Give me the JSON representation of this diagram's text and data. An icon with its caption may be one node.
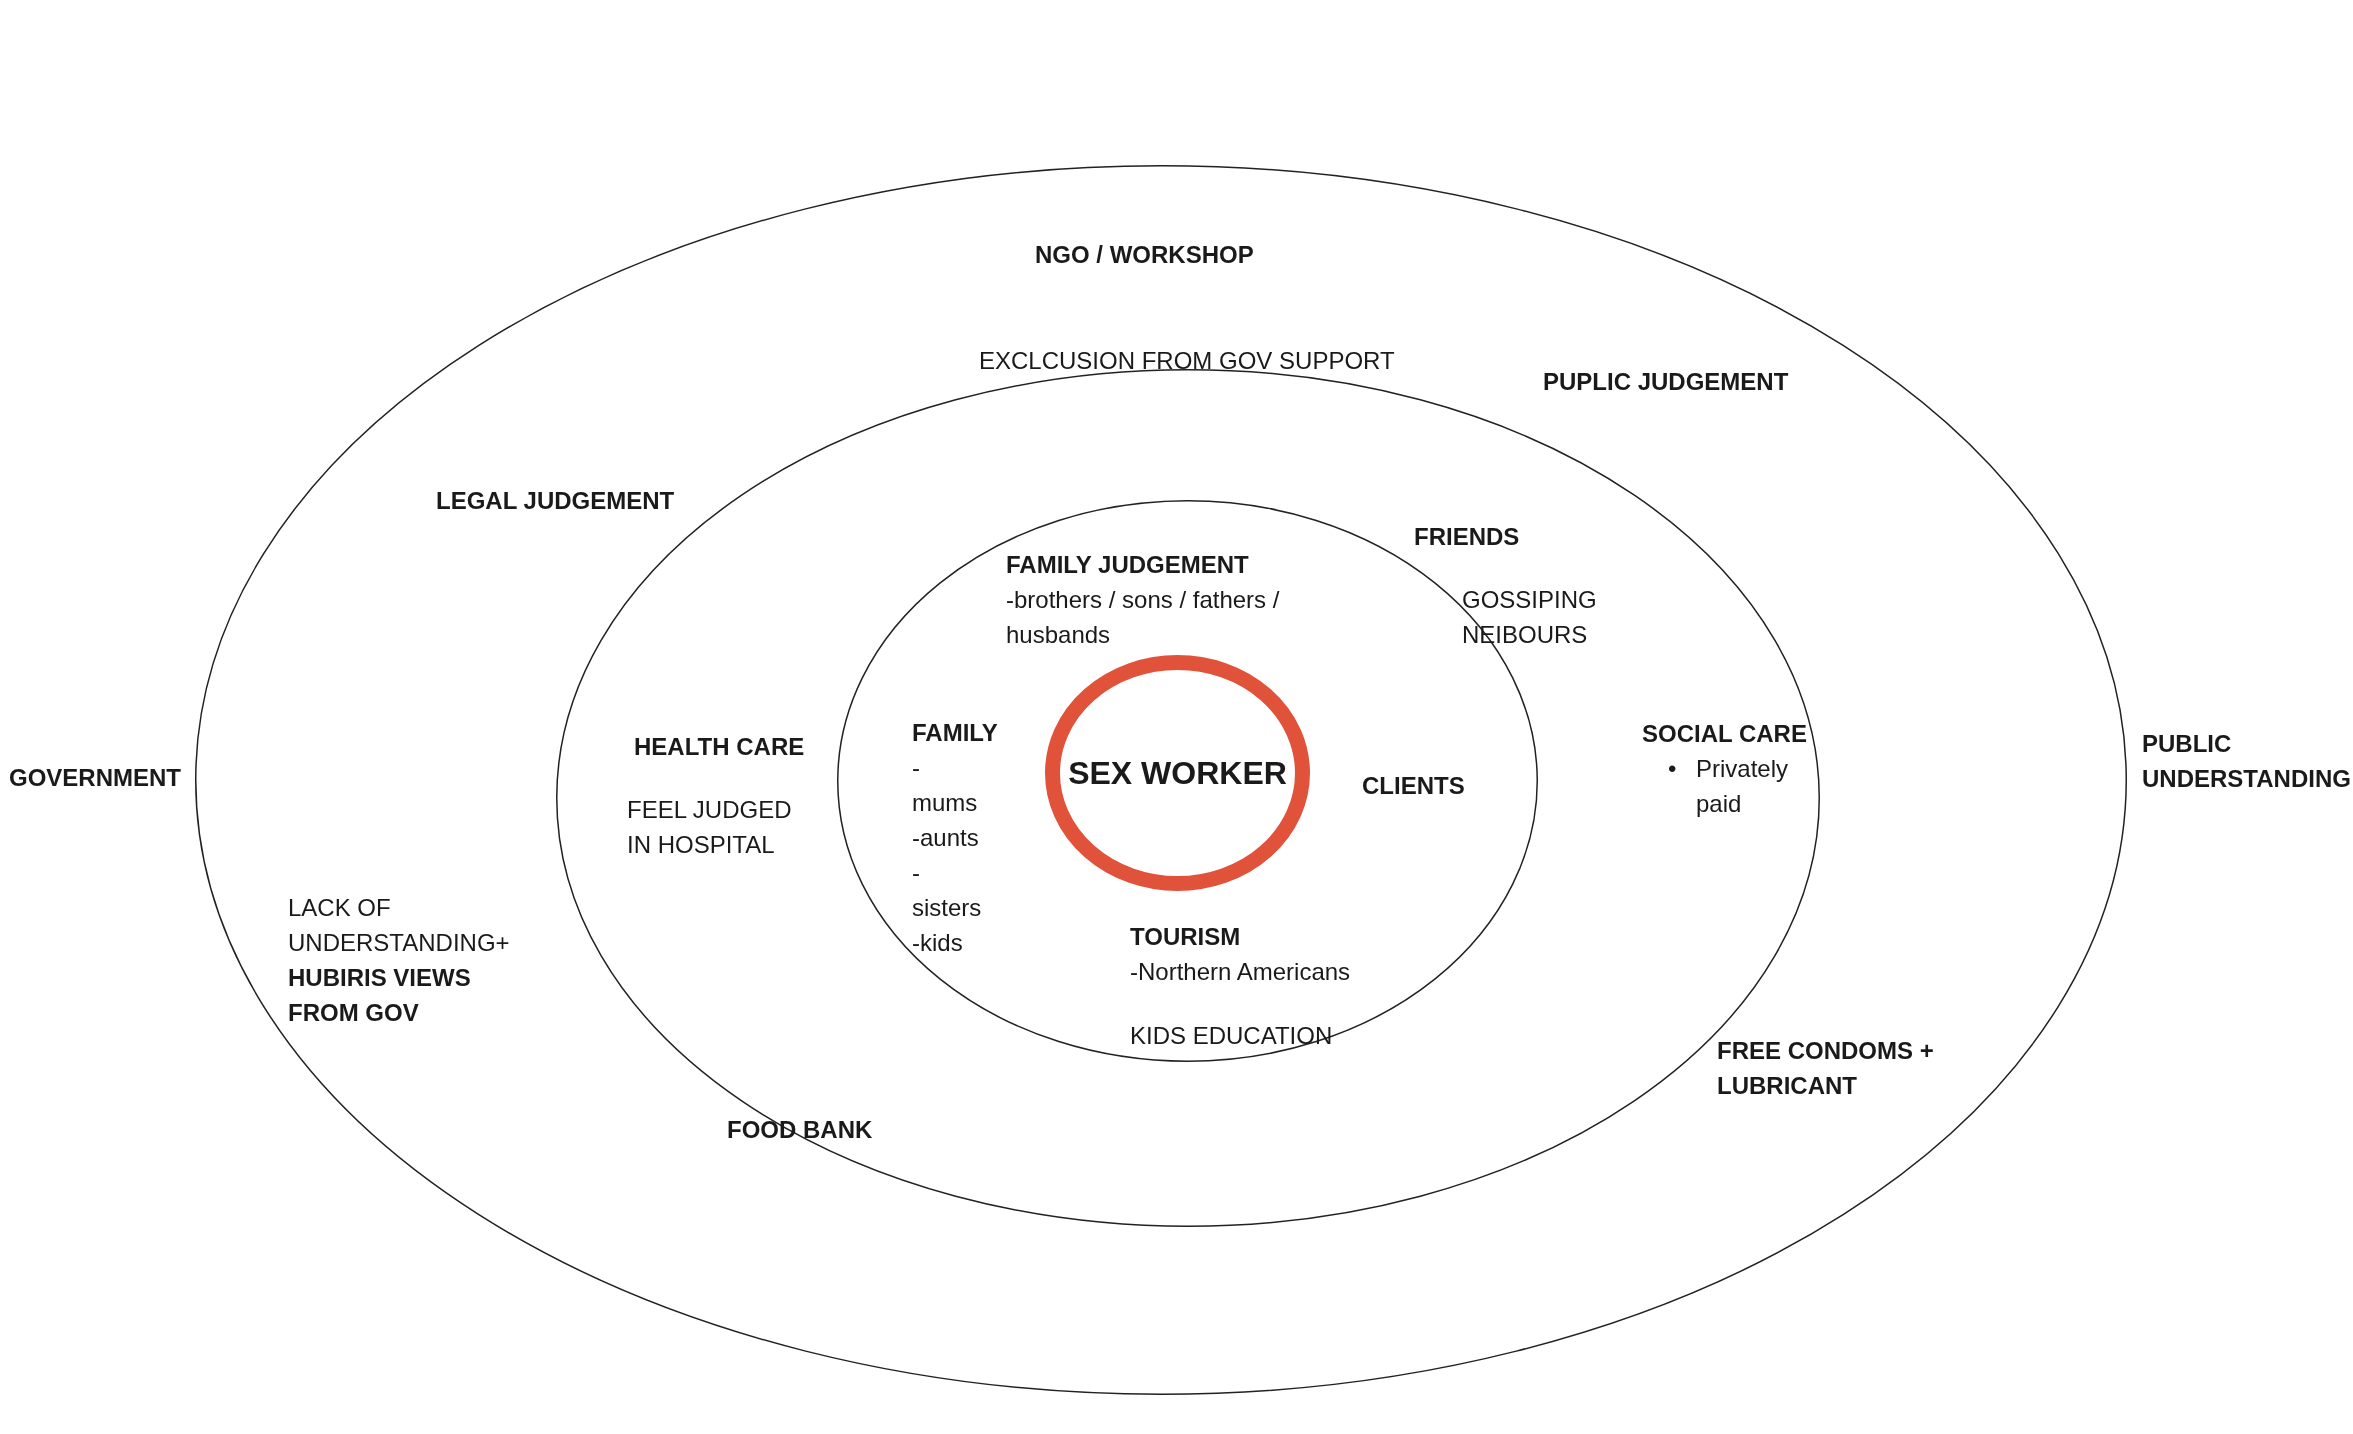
{
  "diagram": {
    "nodes": [
      {
        "text": [],
        "shape": "ellipse"
      },
      {
        "text": [],
        "shape": "ellipse",
        "in": 0
      },
      {
        "text": [],
        "shape": "ellipse",
        "in": 1
      },
      {
        "text": [
          "SEX WORKER"
        ],
        "in": 2
      }
    ],
    "edges": [],
    "labels": [
      "NGO / WORKSHOP",
      "EXCLCUSION FROM GOV SUPPORT",
      "PUPLIC JUDGEMENT",
      "LEGAL JUDGEMENT",
      "FRIENDS",
      "FAMILY JUDGEMENT",
      "-brothers / sons / fathers / husbands",
      "GOSSIPING NEIBOURS",
      "FAMILY",
      "HEALTH CARE",
      "SOCIAL CARE",
      "PUBLIC UNDERSTANDING",
      "GOVERNMENT",
      "-mums -aunts -sisters -kids",
      "CLIENTS",
      "•",
      "Privately paid",
      "FEEL JUDGED IN HOSPITAL",
      "LACK OF UNDERSTANDING+ **HUBIRIS VIEWS FROM GOV**",
      "TOURISM",
      "-Northern Americans",
      "KIDS EDUCATION",
      "FREE CONDOMS + LUBRICANT",
      "FOOD BANK"
    ]
  }
}
